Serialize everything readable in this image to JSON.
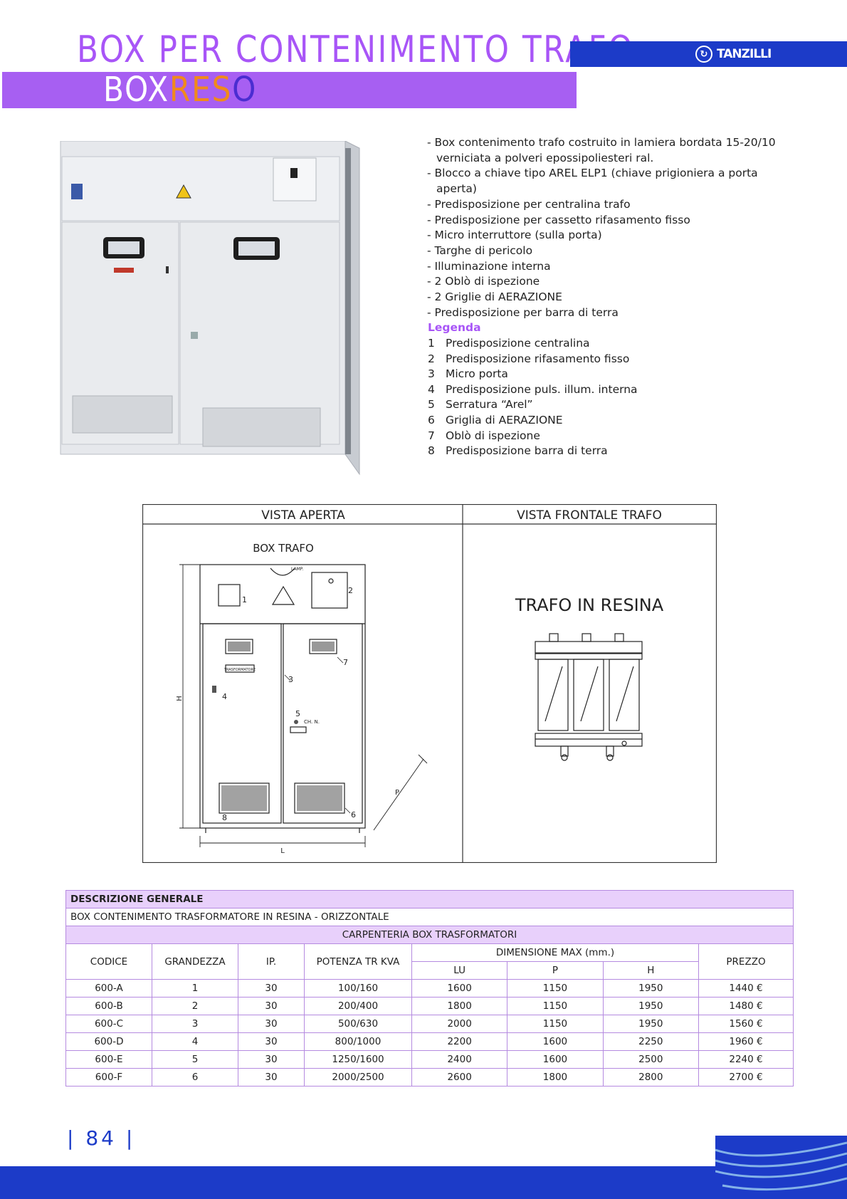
{
  "header": {
    "title": "BOX PER CONTENIMENTO TRAFO",
    "subtitle_parts": [
      "BOX",
      "RES",
      "O"
    ],
    "brand": "TANZILLI"
  },
  "features": [
    "- Box contenimento trafo costruito in lamiera bordata 15-20/10 verniciata a polveri epossipoliesteri ral.",
    "- Blocco a chiave tipo AREL ELP1 (chiave prigioniera a porta aperta)",
    "- Predisposizione per centralina trafo",
    "- Predisposizione per cassetto rifasamento fisso",
    "- Micro interruttore (sulla porta)",
    "- Targhe di pericolo",
    "- Illuminazione interna",
    "- 2 Oblò di ispezione",
    "- 2 Griglie di AERAZIONE",
    "- Predisposizione per barra di terra"
  ],
  "legend": {
    "title": "Legenda",
    "items": [
      {
        "n": "1",
        "text": "Predisposizione centralina"
      },
      {
        "n": "2",
        "text": "Predisposizione rifasamento fisso"
      },
      {
        "n": "3",
        "text": "Micro porta"
      },
      {
        "n": "4",
        "text": "Predisposizione puls. illum. interna"
      },
      {
        "n": "5",
        "text": "Serratura “Arel”"
      },
      {
        "n": "6",
        "text": "Griglia di AERAZIONE"
      },
      {
        "n": "7",
        "text": "Oblò di ispezione"
      },
      {
        "n": "8",
        "text": "Predisposizione barra di terra"
      }
    ]
  },
  "drawing": {
    "left_title": "VISTA APERTA",
    "right_title": "VISTA FRONTALE TRAFO",
    "box_label": "BOX TRAFO",
    "trafo_label": "TRAFO IN RESINA",
    "dim_h": "H",
    "dim_l": "L",
    "dim_p": "P",
    "lamp_label": "LAMP.",
    "plate_label": "TRASFORMATORE",
    "lock_label": "CH. N.",
    "callouts": [
      "1",
      "2",
      "3",
      "4",
      "5",
      "6",
      "7",
      "8"
    ]
  },
  "table": {
    "section_title": "DESCRIZIONE GENERALE",
    "description": "BOX CONTENIMENTO TRASFORMATORE IN RESINA - ORIZZONTALE",
    "subsection": "CARPENTERIA BOX TRASFORMATORI",
    "columns": {
      "codice": "CODICE",
      "grandezza": "GRANDEZZA",
      "ip": "IP.",
      "potenza": "POTENZA TR KVA",
      "dimensioni": "DIMENSIONE MAX (mm.)",
      "lu": "LU",
      "p": "P",
      "h": "H",
      "prezzo": "PREZZO"
    },
    "rows": [
      [
        "600-A",
        "1",
        "30",
        "100/160",
        "1600",
        "1150",
        "1950",
        "1440 €"
      ],
      [
        "600-B",
        "2",
        "30",
        "200/400",
        "1800",
        "1150",
        "1950",
        "1480 €"
      ],
      [
        "600-C",
        "3",
        "30",
        "500/630",
        "2000",
        "1150",
        "1950",
        "1560 €"
      ],
      [
        "600-D",
        "4",
        "30",
        "800/1000",
        "2200",
        "1600",
        "2250",
        "1960 €"
      ],
      [
        "600-E",
        "5",
        "30",
        "1250/1600",
        "2400",
        "1600",
        "2500",
        "2240 €"
      ],
      [
        "600-F",
        "6",
        "30",
        "2000/2500",
        "2600",
        "1800",
        "2800",
        "2700 €"
      ]
    ]
  },
  "footer": {
    "page_number": "84"
  },
  "colors": {
    "purple": "#a855f7",
    "blue": "#1c3bc8",
    "orange": "#f08a1c",
    "table_header": "#e8d0fb"
  }
}
